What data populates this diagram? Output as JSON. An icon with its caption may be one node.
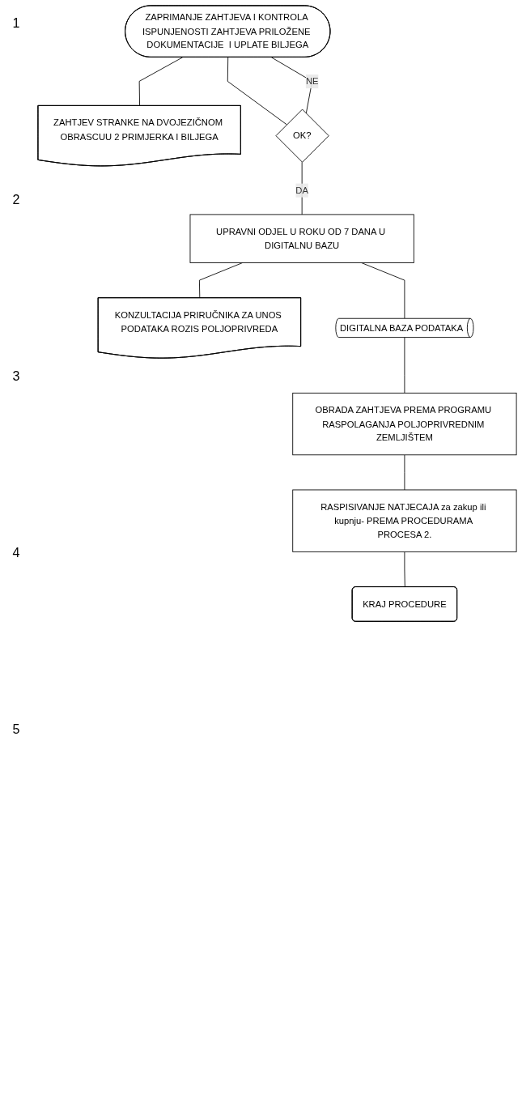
{
  "diagram": {
    "nodes": [
      {
        "text": [
          "ZAPRIMANJE ZAHTJEVA I KONTROLA ISPUNJENOSTI ZAHTJEVA PRILOŽENE DOKUMENTACIJE  I UPLATE BILJEGA"
        ]
      },
      {
        "text": [
          "ZAHTJEV STRANKE NA DVOJEZIČNOM OBRASCUU 2 PRIMJERKA I BILJEGA"
        ]
      },
      {
        "text": [
          "OK?"
        ]
      },
      {
        "text": [
          "UPRAVNI ODJEL U ROKU OD 7 DANA U DIGITALNU BAZU"
        ]
      },
      {
        "text": [
          "KONZULTACIJA PRIRUČNIKA ZA UNOS PODATAKA ROZIS POLJOPRIVREDA"
        ]
      },
      {
        "text": [
          "DIGITALNA  BAZA PODATAKA"
        ]
      },
      {
        "text": [
          "OBRADA ZAHTJEVA PREMA PROGRAMU RASPOLAGANJA POLJOPRIVREDNIM ZEMLJIŠTEM"
        ]
      },
      {
        "text": [
          "RASPISIVANJE NATJECAJA za zakup ili kupnju- PREMA PROCEDURAMA PROCESA 2."
        ]
      },
      {
        "text": [
          "KRAJ PROCEDURE"
        ]
      }
    ],
    "edges": [
      {
        "from": 0,
        "to": 1,
        "arrow": "none"
      },
      {
        "from": 0,
        "to": 2,
        "arrow": "none"
      },
      {
        "from": 2,
        "to": 0,
        "arrow": "none",
        "label": "NE"
      },
      {
        "from": 2,
        "to": 3,
        "arrow": "none",
        "label": "DA"
      },
      {
        "from": 3,
        "to": 4,
        "arrow": "none"
      },
      {
        "from": 3,
        "to": 5,
        "arrow": "none"
      },
      {
        "from": 5,
        "to": 6,
        "arrow": "none"
      },
      {
        "from": 6,
        "to": 7,
        "arrow": "none"
      },
      {
        "from": 7,
        "to": 8,
        "arrow": "none"
      }
    ],
    "labels": [
      "1",
      "2",
      "3",
      "4",
      "5"
    ]
  }
}
